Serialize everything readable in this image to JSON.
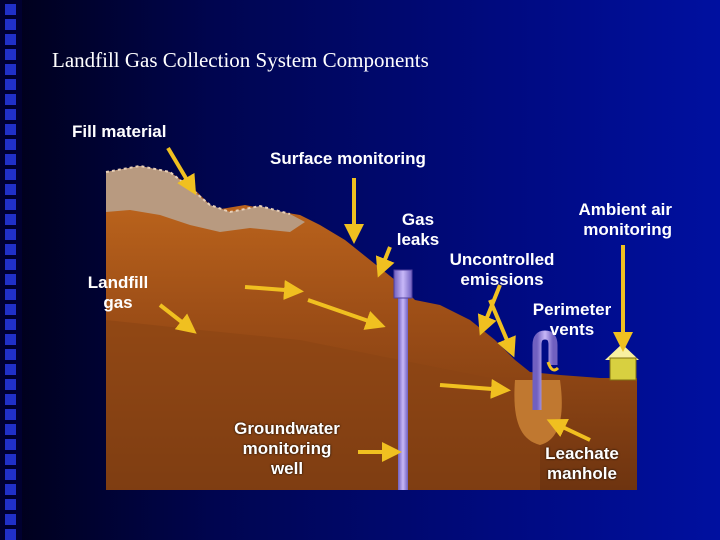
{
  "title": "Landfill Gas Collection System Components",
  "labels": {
    "fill_material": "Fill material",
    "surface_monitoring": "Surface monitoring",
    "ambient_air_line1": "Ambient air",
    "ambient_air_line2": "monitoring",
    "gas_leaks_line1": "Gas",
    "gas_leaks_line2": "leaks",
    "uncontrolled_line1": "Uncontrolled",
    "uncontrolled_line2": "emissions",
    "landfill_gas_line1": "Landfill",
    "landfill_gas_line2": "gas",
    "perimeter_line1": "Perimeter",
    "perimeter_line2": "vents",
    "groundwater_line1": "Groundwater",
    "groundwater_line2": "monitoring",
    "groundwater_line3": "well",
    "leachate_line1": "Leachate",
    "leachate_line2": "manhole"
  },
  "colors": {
    "background": "#00088a",
    "soil": "#b5601a",
    "soil_dark": "#7a3a10",
    "fill_material": "#b89a80",
    "arrow": "#f0c020",
    "well_pipe": "#a890e0"
  }
}
